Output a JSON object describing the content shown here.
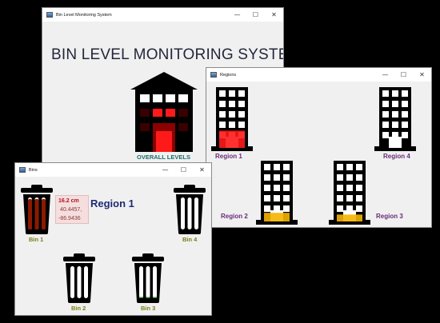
{
  "main_window": {
    "title": "Bin Level Monitoring System",
    "heading": "BIN LEVEL MONITORING SYSTEM",
    "overall_label": "OVERALL LEVELS"
  },
  "regions_window": {
    "title": "Regions",
    "regions": [
      {
        "label": "Region 1",
        "fill": 0.3,
        "fill_color": "#ff1a1a"
      },
      {
        "label": "Region 2",
        "fill": 0.15,
        "fill_color": "#f5b400"
      },
      {
        "label": "Region 3",
        "fill": 0.12,
        "fill_color": "#f5b400"
      },
      {
        "label": "Region 4",
        "fill": 0.0,
        "fill_color": "#f5b400"
      }
    ]
  },
  "bins_window": {
    "title": "Bins",
    "region_title": "Region 1",
    "selected_bin": {
      "level": "16.2 cm",
      "lat": "40.4457,",
      "lon": "-86.9436"
    },
    "bins": [
      {
        "label": "Bin 1",
        "fill": 0.95,
        "fill_color": "#8b1a00"
      },
      {
        "label": "Bin 4",
        "fill": 0.0,
        "fill_color": "#2a8a2a"
      },
      {
        "label": "Bin 2",
        "fill": 0.0,
        "fill_color": "#2a8a2a"
      },
      {
        "label": "Bin 3",
        "fill": 0.03,
        "fill_color": "#2a8a2a"
      }
    ]
  },
  "window_controls": {
    "minimize": "—",
    "maximize": "☐",
    "close": "✕"
  },
  "colors": {
    "overall_fill": "#ff1a1a",
    "overall_fill_dark": "#8b0000"
  }
}
